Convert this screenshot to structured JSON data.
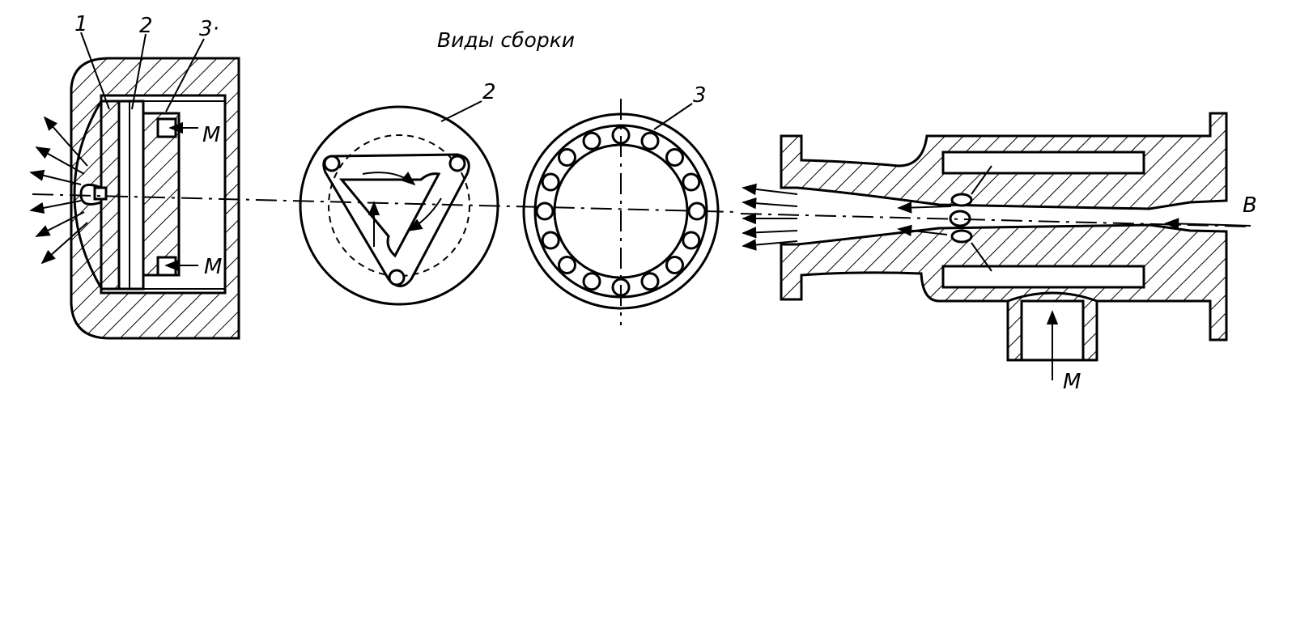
{
  "title": "Виды сборки",
  "labels": {
    "part1": "1",
    "part2": "2",
    "part3": "3·",
    "view2": "2",
    "view3": "3",
    "m_upper_left": "M",
    "m_lower_left": "M",
    "m_bottom_right": "M",
    "b_right": "B"
  }
}
